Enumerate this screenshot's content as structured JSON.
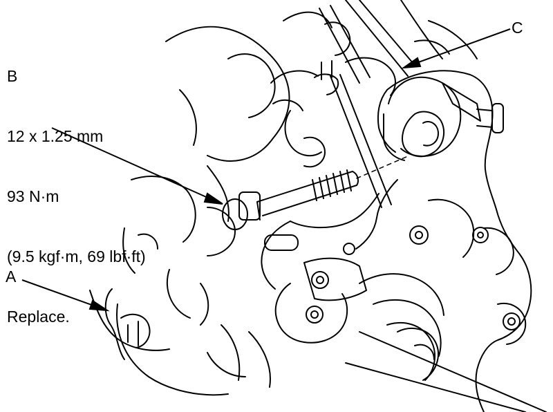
{
  "callouts": {
    "a": {
      "letter": "A"
    },
    "b": {
      "letter": "B",
      "spec": "12 x 1.25 mm",
      "torque_nm": "93 N·m",
      "torque_alt": "(9.5 kgf·m, 69 lbf·ft)",
      "note": "Replace."
    },
    "c": {
      "letter": "C"
    }
  },
  "colors": {
    "ink": "#000000",
    "paper": "#ffffff"
  }
}
